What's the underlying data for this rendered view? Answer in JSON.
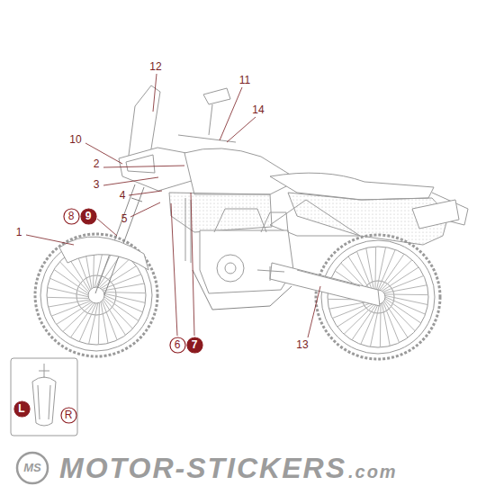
{
  "diagram": {
    "nodes": [
      {
        "text": [
          "8"
        ]
      },
      {
        "text": [
          "9"
        ]
      },
      {
        "text": [
          "6"
        ]
      },
      {
        "text": [
          "7"
        ]
      },
      {
        "text": [
          "L"
        ]
      },
      {
        "text": [
          "R"
        ]
      },
      {
        "text": [
          "MS"
        ]
      }
    ],
    "labels": [
      "12",
      "11",
      "14",
      "10",
      "2",
      "3",
      "4",
      "5",
      "1",
      "13",
      "MOTOR-STICKERS",
      ".com"
    ]
  }
}
